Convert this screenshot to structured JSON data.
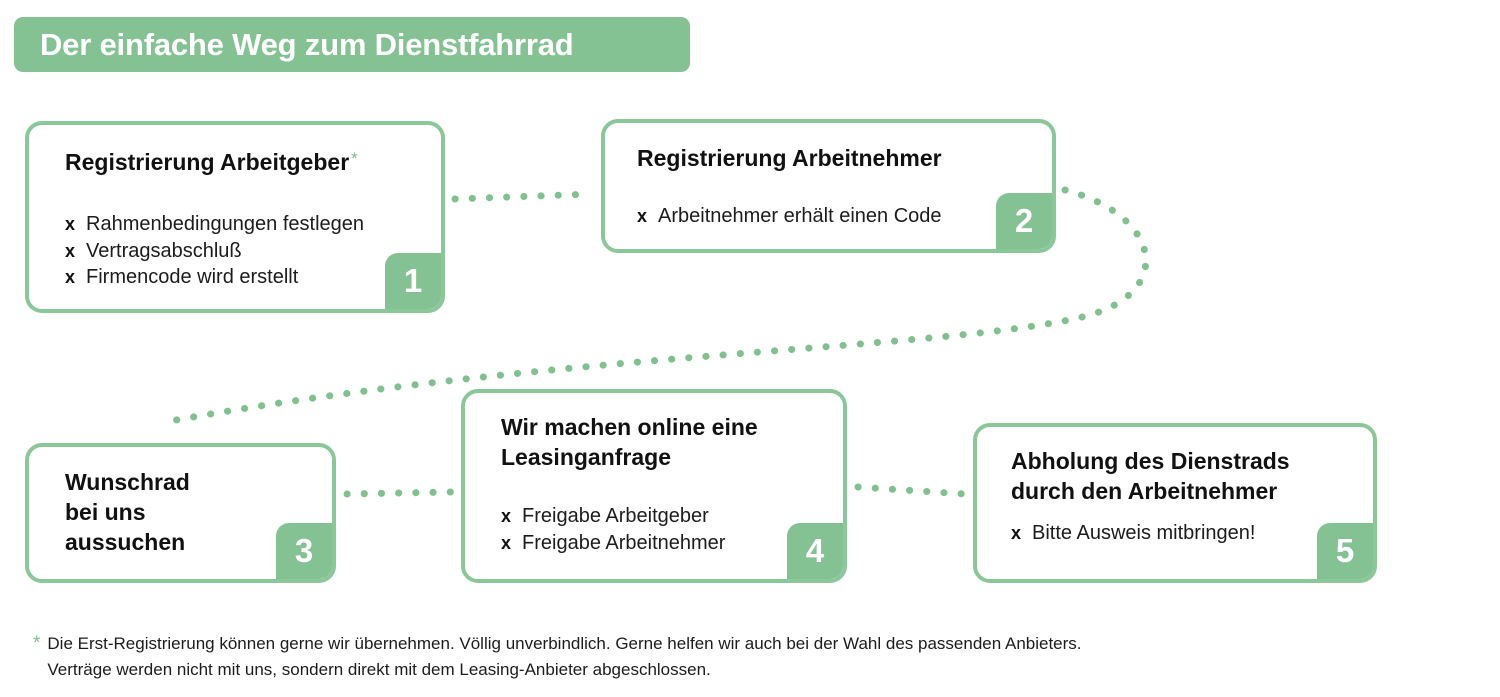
{
  "header": {
    "title": "Der einfache Weg zum Dienstfahrrad"
  },
  "colors": {
    "green": "#84c293",
    "border_green": "#8cc79a",
    "dot_green": "#82c08f",
    "text": "#1c1c1c",
    "white": "#ffffff"
  },
  "steps": [
    {
      "number": "1",
      "title": "Registrierung Arbeitgeber",
      "title_marker": "*",
      "bullets": [
        "Rahmenbedingungen festlegen",
        "Vertragsabschluß",
        "Firmencode wird erstellt"
      ],
      "bullet_marker": "x"
    },
    {
      "number": "2",
      "title": "Registrierung Arbeitnehmer",
      "title_marker": "",
      "bullets": [
        "Arbeitnehmer erhält einen Code"
      ],
      "bullet_marker": "x"
    },
    {
      "number": "3",
      "title": "Wunschrad\nbei uns\naussuchen",
      "title_marker": "",
      "bullets": [],
      "bullet_marker": "x"
    },
    {
      "number": "4",
      "title": "Wir machen online eine\nLeasinganfrage",
      "title_marker": "",
      "bullets": [
        "Freigabe Arbeitgeber",
        "Freigabe Arbeitnehmer"
      ],
      "bullet_marker": "x"
    },
    {
      "number": "5",
      "title": "Abholung des Dienstrads\ndurch den Arbeitnehmer",
      "title_marker": "",
      "bullets": [
        "Bitte Ausweis mitbringen!"
      ],
      "bullet_marker": "x"
    }
  ],
  "footnote": {
    "marker": "*",
    "text": "Die Erst-Registrierung können gerne wir übernehmen. Völlig unverbindlich. Gerne helfen wir auch bei der Wahl des passenden Anbieters.\nVerträge werden nicht mit uns, sondern direkt mit dem Leasing-Anbieter abgeschlossen."
  }
}
